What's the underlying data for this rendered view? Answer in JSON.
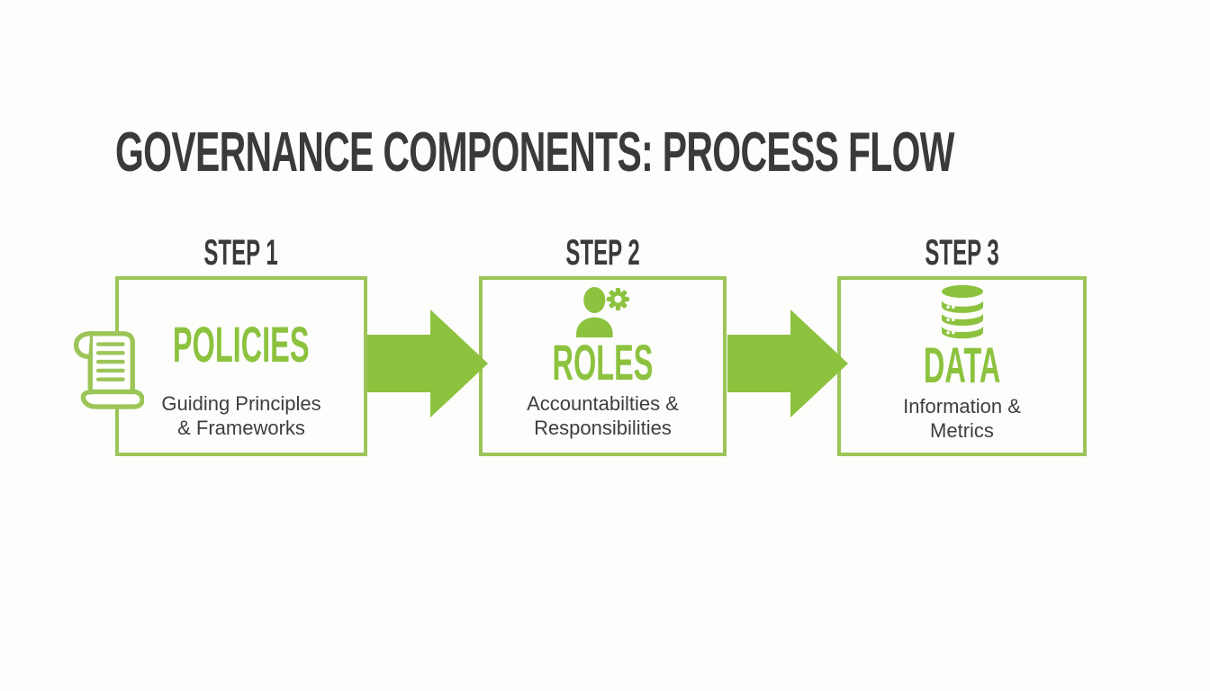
{
  "slide": {
    "title": "GOVERNANCE COMPONENTS: PROCESS FLOW"
  },
  "colors": {
    "accent_green": "#8CC23E",
    "border_green": "#9CC558",
    "heading_dark": "#3A3A3C",
    "body_text": "#3E3E40",
    "background": "#FDFDFC"
  },
  "steps": [
    {
      "label": "STEP 1",
      "name": "POLICIES",
      "description_line1": "Guiding Principles",
      "description_line2": "& Frameworks",
      "icon": "scroll-icon"
    },
    {
      "label": "STEP 2",
      "name": "ROLES",
      "description_line1": "Accountabilties &",
      "description_line2": "Responsibilities",
      "icon": "person-gear-icon"
    },
    {
      "label": "STEP 3",
      "name": "DATA",
      "description_line1": "Information &",
      "description_line2": "Metrics",
      "icon": "database-icon"
    }
  ],
  "connectors": [
    {
      "icon": "arrow-right"
    },
    {
      "icon": "arrow-right"
    }
  ]
}
